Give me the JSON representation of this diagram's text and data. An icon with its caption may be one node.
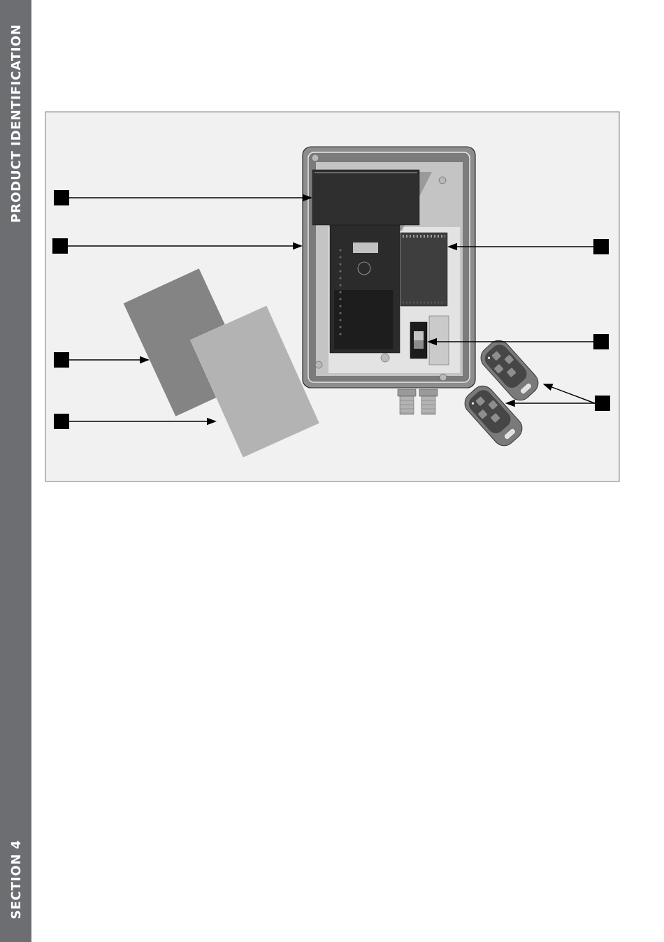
{
  "diagram": {
    "nodes": [
      {
        "text": [],
        "shape": "box"
      },
      {
        "text": [],
        "shape": "box"
      },
      {
        "text": [],
        "shape": "box"
      },
      {
        "text": [],
        "shape": "box"
      },
      {
        "text": [],
        "shape": "box"
      },
      {
        "text": [],
        "shape": "box"
      },
      {
        "text": [],
        "shape": "box"
      },
      {
        "text": [],
        "shape": "picture"
      },
      {
        "text": [],
        "shape": "picture",
        "in": 7
      },
      {
        "text": [],
        "shape": "picture",
        "in": 7
      },
      {
        "text": [],
        "shape": "picture",
        "in": 7
      },
      {
        "text": [],
        "shape": "box"
      },
      {
        "text": [],
        "shape": "box"
      },
      {
        "text": [],
        "shape": "picture"
      },
      {
        "text": [],
        "shape": "picture"
      }
    ],
    "edges": [
      {
        "from": 0,
        "to": 8,
        "arrow": "to"
      },
      {
        "from": 1,
        "to": 7,
        "arrow": "to"
      },
      {
        "from": 2,
        "to": 9,
        "arrow": "to"
      },
      {
        "from": 3,
        "to": 10,
        "arrow": "to"
      },
      {
        "from": 4,
        "to": 11,
        "arrow": "to"
      },
      {
        "from": 5,
        "to": 13,
        "arrow": "to"
      },
      {
        "from": 5,
        "to": 14,
        "arrow": "to"
      },
      {
        "from": 6,
        "to": 12,
        "arrow": "to"
      }
    ],
    "labels": [
      "PRODUCT IDENTIFICATION",
      "SECTION 4"
    ]
  }
}
